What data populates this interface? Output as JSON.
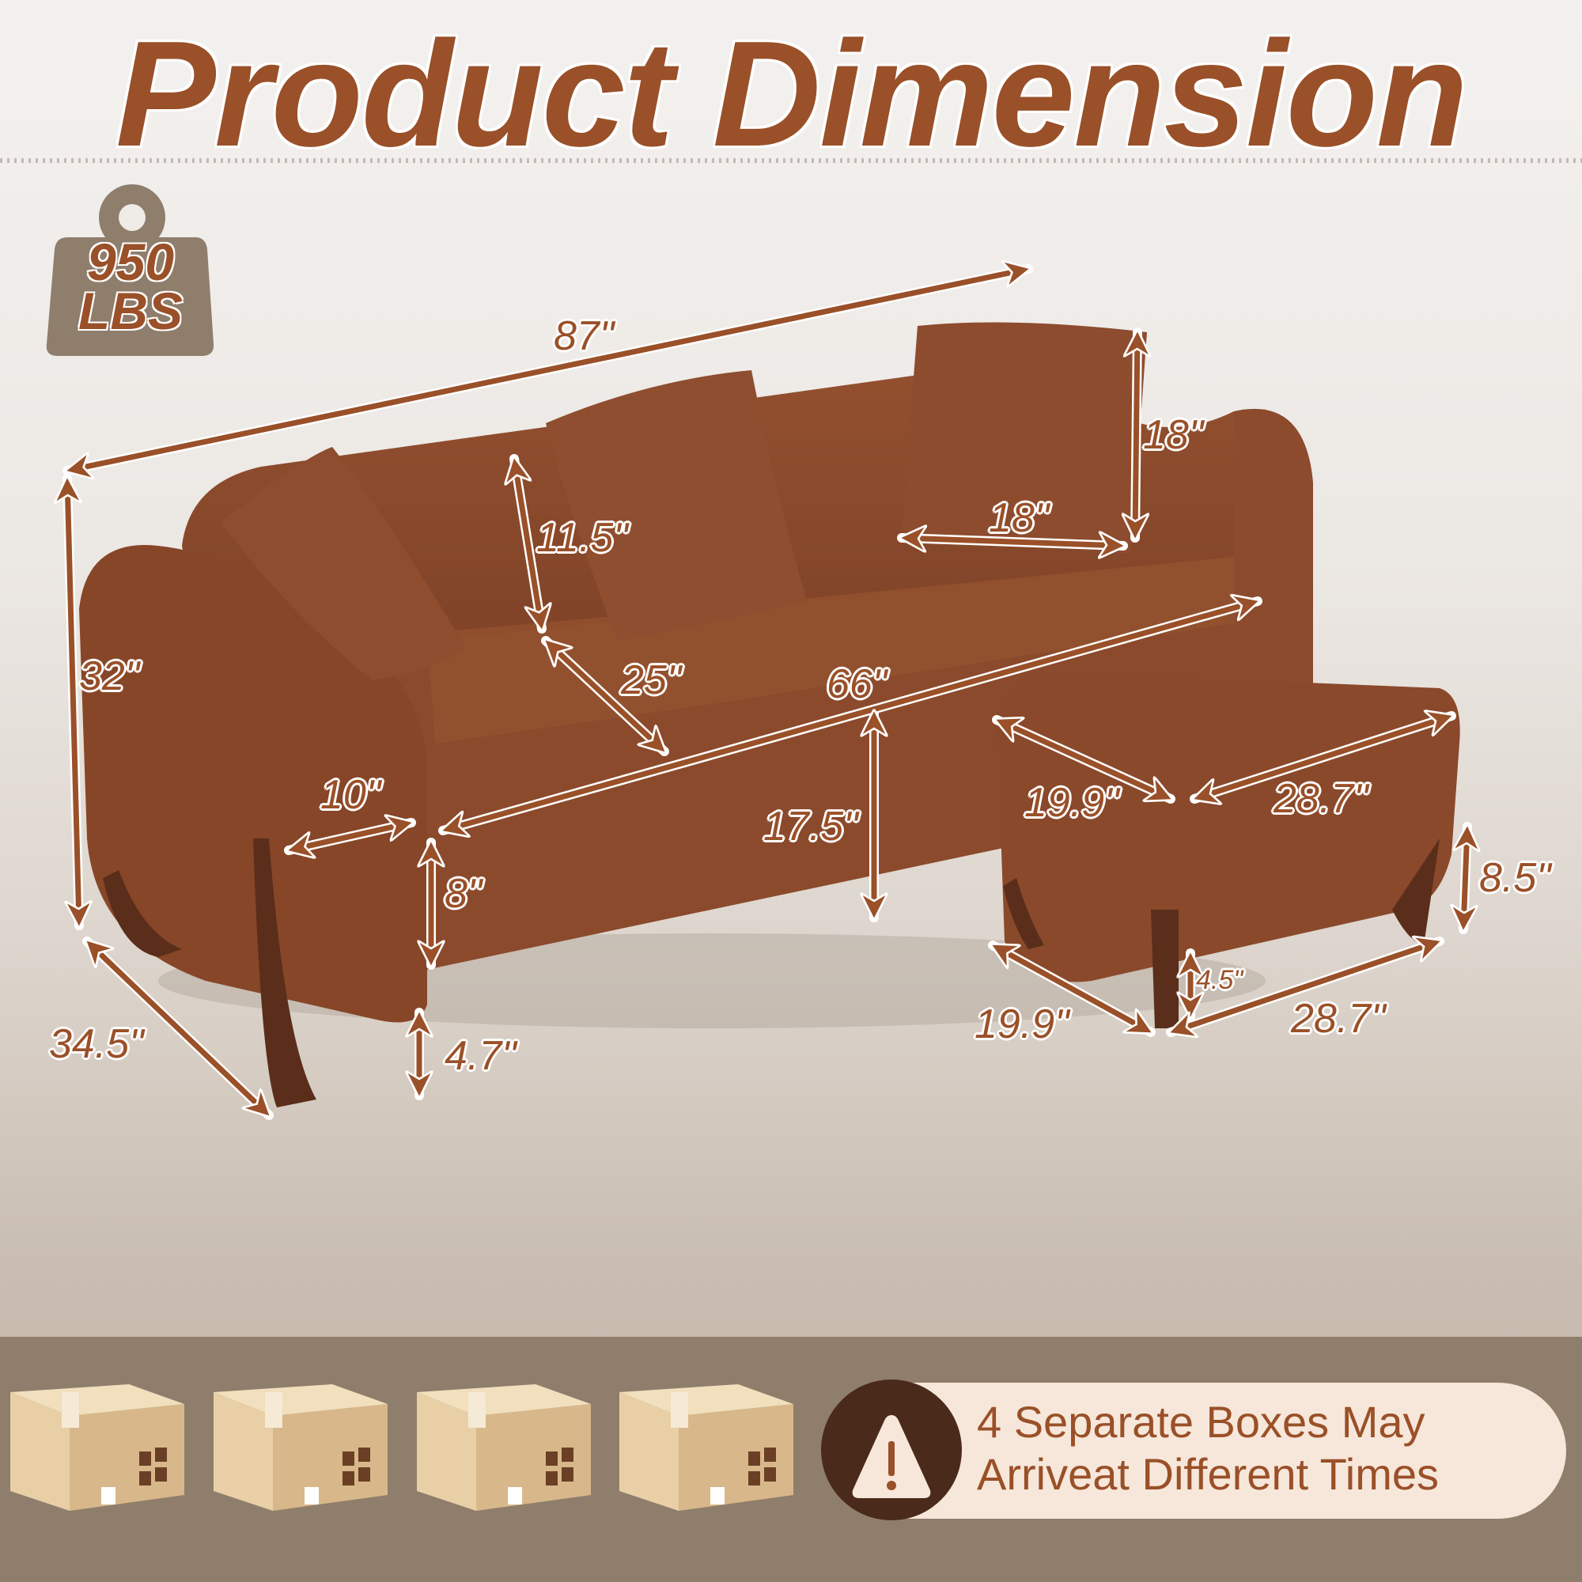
{
  "header": {
    "title": "Product Dimension"
  },
  "weight_badge": {
    "icon": "weight-icon",
    "value": "950",
    "unit": "LBS"
  },
  "sofa_dimensions": {
    "overall_length": "87\"",
    "overall_height": "32\"",
    "overall_depth": "34.5\"",
    "seat_width": "66\"",
    "seat_depth": "25\"",
    "back_height": "11.5\"",
    "seat_height": "17.5\"",
    "arm_width": "10\"",
    "arm_height": "8\"",
    "leg_height": "4.7\""
  },
  "pillow_dimensions": {
    "width": "18\"",
    "height": "18\""
  },
  "ottoman_dimensions": {
    "top_depth": "19.9\"",
    "top_width": "28.7\"",
    "height": "8.5\"",
    "leg_height": "4.5\"",
    "base_depth": "19.9\"",
    "base_width": "28.7\""
  },
  "shipping": {
    "box_count": 4,
    "boxes": [
      "box-1",
      "box-2",
      "box-3",
      "box-4"
    ],
    "notice_icon": "warning-icon",
    "notice_line1": "4 Separate Boxes May",
    "notice_line2": "Arriveat Different Times"
  },
  "colors": {
    "accent": "#9a5028",
    "sofa_fabric": "#8a4a2e",
    "wood": "#5a2e1a",
    "badge_gray": "#8f7e6c",
    "notice_bg": "#f7e7da",
    "notice_icon_bg": "#4a2a1a"
  }
}
